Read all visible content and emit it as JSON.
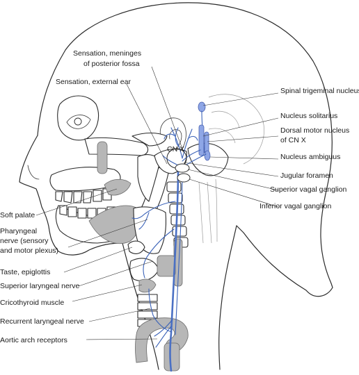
{
  "labels": {
    "meninges": [
      "Sensation, meninges",
      "of posterior fossa"
    ],
    "external_ear": "Sensation, external ear",
    "spinal_trigeminal": "Spinal trigeminal nucleus",
    "nucleus_solitarius": "Nucleus solitarius",
    "dorsal_motor": [
      "Dorsal motor nucleus",
      "of CN X"
    ],
    "nucleus_ambiguus": "Nucleus ambiguus",
    "jugular_foramen": "Jugular foramen",
    "superior_vagal": "Superior vagal ganglion",
    "inferior_vagal": "Inferior vagal ganglion",
    "soft_palate": "Soft palate",
    "pharyngeal_nerve": [
      "Pharyngeal",
      "nerve (sensory",
      "and motor plexus)"
    ],
    "taste_epiglottis": "Taste, epiglottis",
    "superior_laryngeal": "Superior laryngeal nerve",
    "cricothyroid": "Cricothyroid muscle",
    "recurrent_laryngeal": "Recurrent laryngeal nerve",
    "aortic_arch": "Aortic arch receptors",
    "cn_x": "CN X"
  },
  "colors": {
    "nerve": "#3a62b8",
    "nucleus": "#8ea6e6",
    "tissue": "#b7b7b7"
  }
}
